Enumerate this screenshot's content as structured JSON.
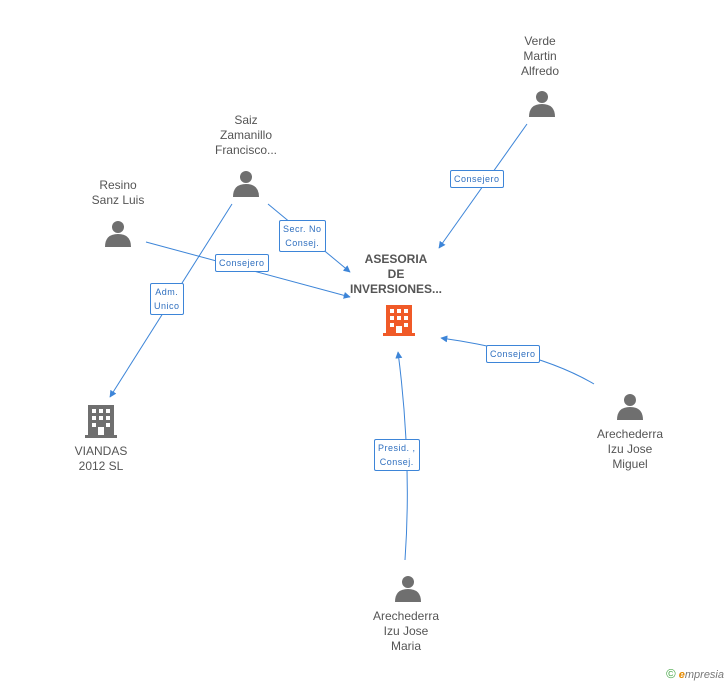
{
  "nodes": {
    "asesoria": "ASESORIA\nDE\nINVERSIONES...",
    "viandas": "VIANDAS\n2012 SL",
    "saiz": "Saiz\nZamanillo\nFrancisco...",
    "resino": "Resino\nSanz Luis",
    "verde": "Verde\nMartin\nAlfredo",
    "arechederra_miguel": "Arechederra\nIzu Jose\nMiguel",
    "arechederra_maria": "Arechederra\nIzu Jose\nMaria"
  },
  "edges": {
    "verde_consejero": "Consejero",
    "saiz_secr": "Secr. No\nConsej.",
    "resino_consejero": "Consejero",
    "saiz_adm": "Adm.\nUnico",
    "miguel_consejero": "Consejero",
    "maria_presid": "Presid. ,\nConsej."
  },
  "colors": {
    "edge": "#3d85d8",
    "person_icon": "#6f6f6f",
    "company_main": "#f05a28",
    "company_other": "#6f6f6f"
  },
  "footer": {
    "copyright_symbol": "©",
    "brand": "mpresia",
    "brand_initial": "e"
  }
}
